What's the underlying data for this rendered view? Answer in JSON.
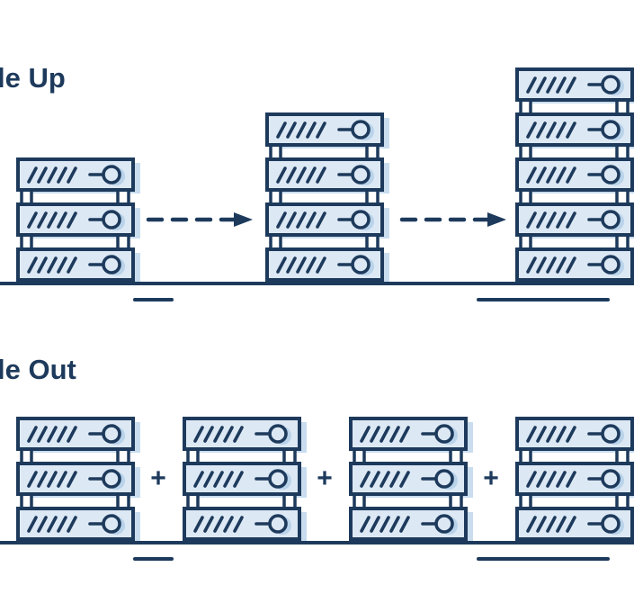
{
  "colors": {
    "ink": "#1d3a5c",
    "panel_fill": "#dce8f4",
    "panel_shadow": "#c9ddef",
    "knob_glow": "#b9d3ea",
    "background": "#ffffff"
  },
  "sections": [
    {
      "id": "scale-up",
      "title": "le Up",
      "connector": "dashed-arrow",
      "stacks": [
        {
          "server_count": 3
        },
        {
          "server_count": 4
        },
        {
          "server_count": 5
        }
      ]
    },
    {
      "id": "scale-out",
      "title": "le Out",
      "connector": "plus",
      "plus_label": "+",
      "stacks": [
        {
          "server_count": 3
        },
        {
          "server_count": 3
        },
        {
          "server_count": 3
        },
        {
          "server_count": 3
        }
      ]
    }
  ]
}
